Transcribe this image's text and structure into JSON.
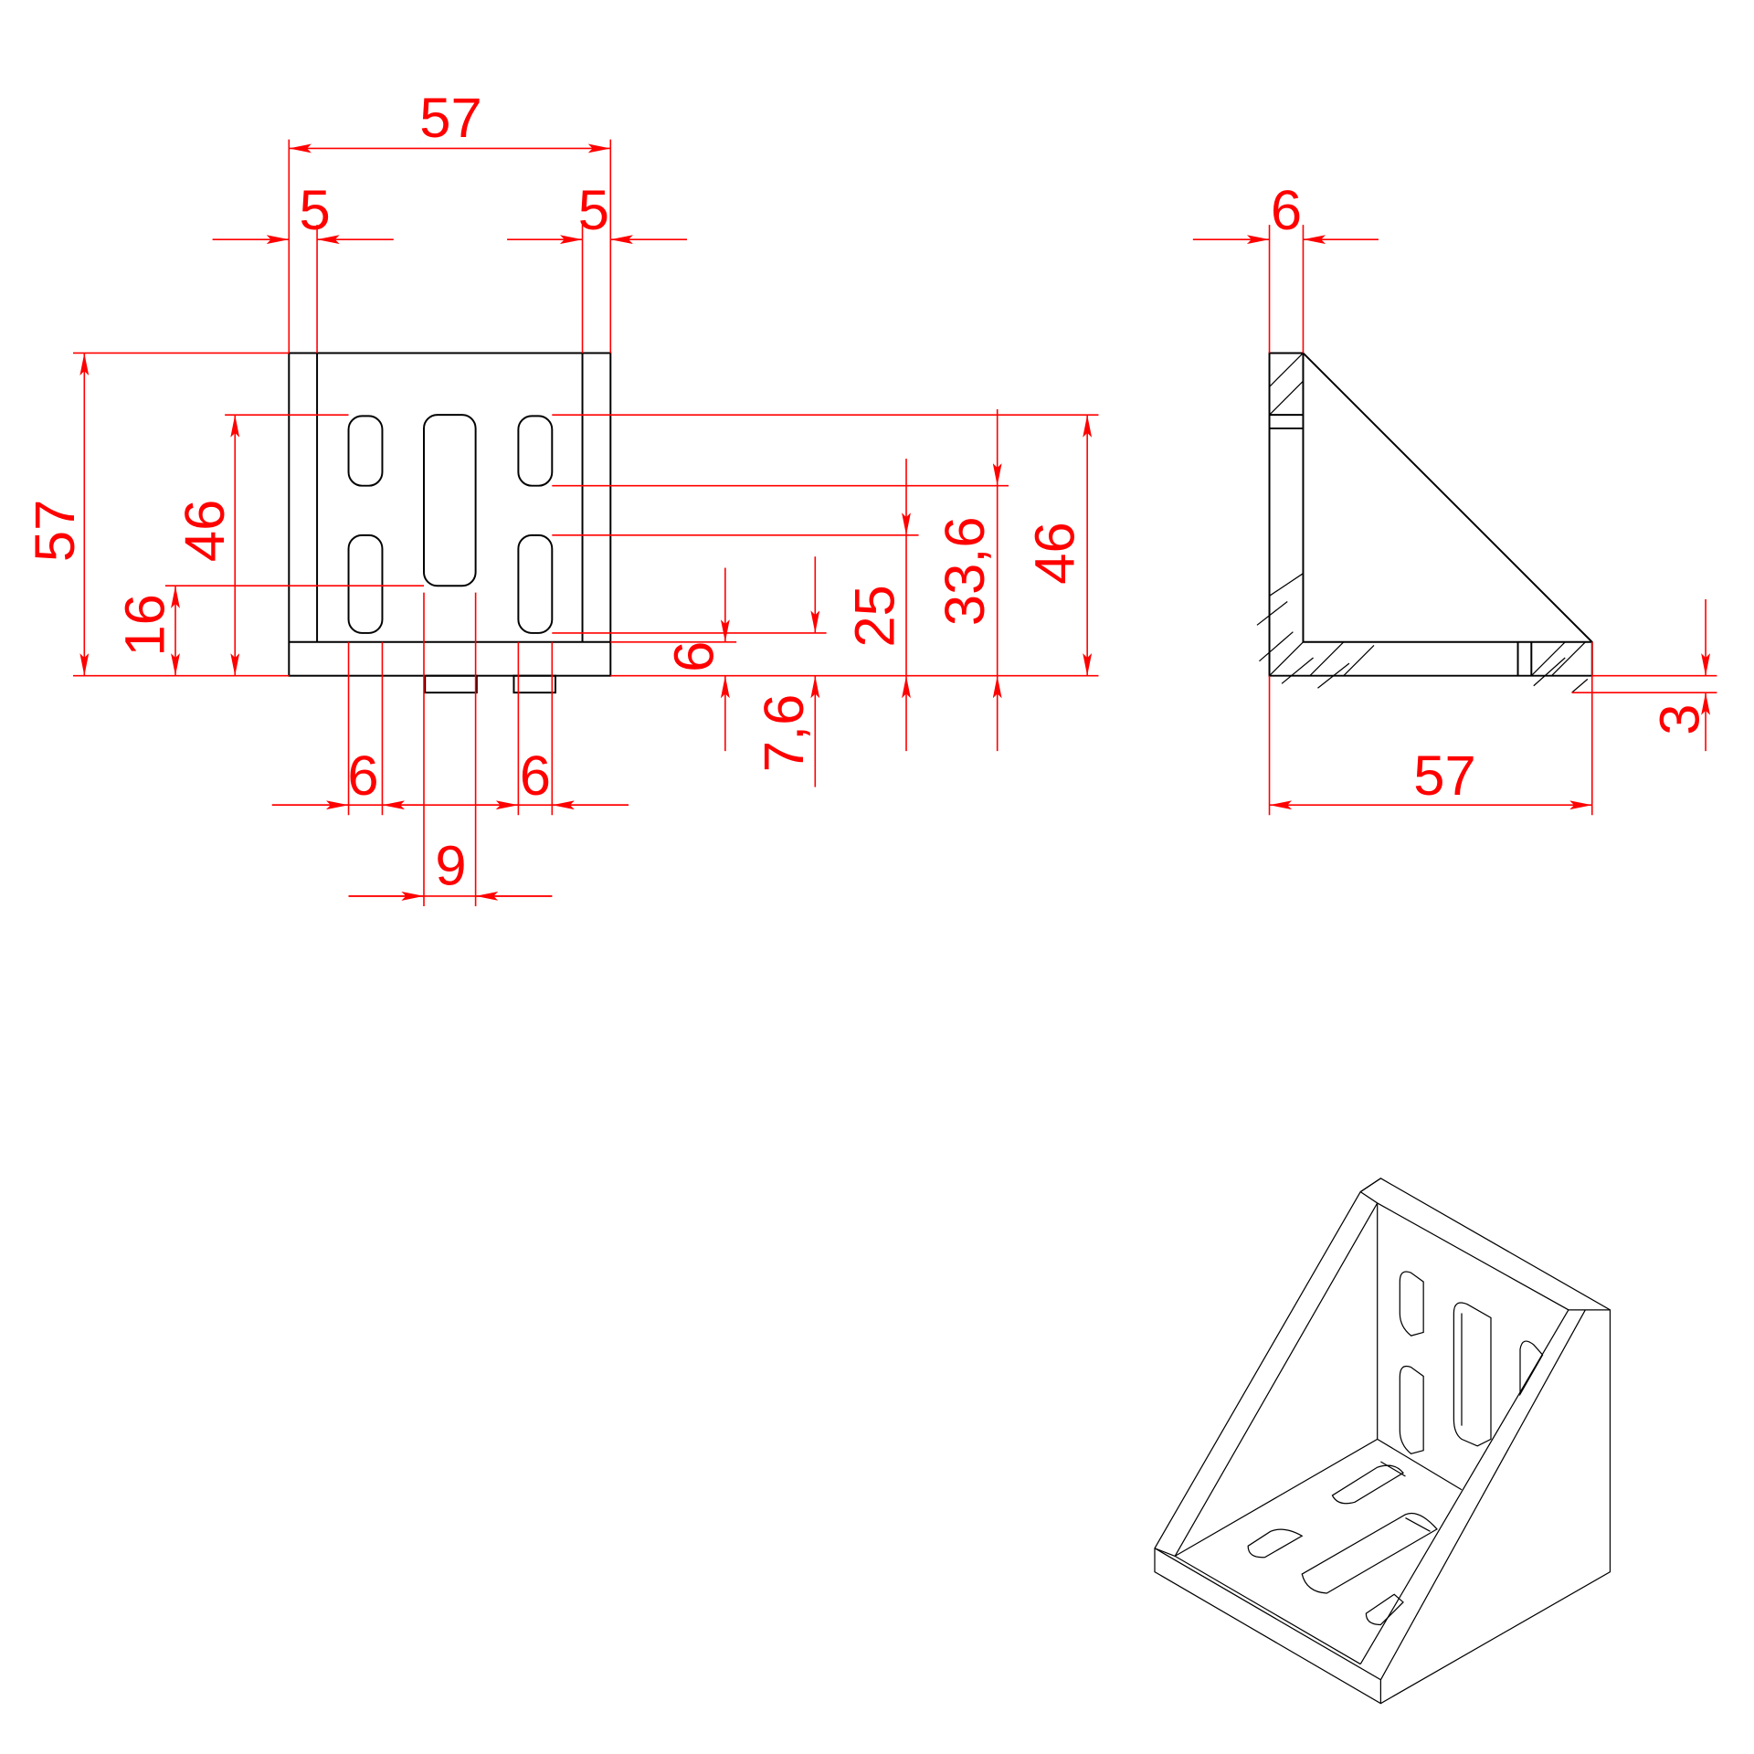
{
  "colors": {
    "dimension": "#ff0000",
    "outline": "#000000"
  },
  "front_view": {
    "overall_width": "57",
    "left_flange": "5",
    "right_flange": "5",
    "overall_height": "57",
    "slot_span_height": "46",
    "center_slot_bottom": "16",
    "base_thickness": "6",
    "tab_offset": "7,6",
    "lower_slot_top": "25",
    "upper_slot_bottom": "33,6",
    "slot_span_height_right": "46",
    "slot_width_left": "6",
    "slot_width_right": "6",
    "center_slot_width": "9"
  },
  "side_view": {
    "wall_thickness": "6",
    "overall_length": "57",
    "tab_height": "3"
  }
}
